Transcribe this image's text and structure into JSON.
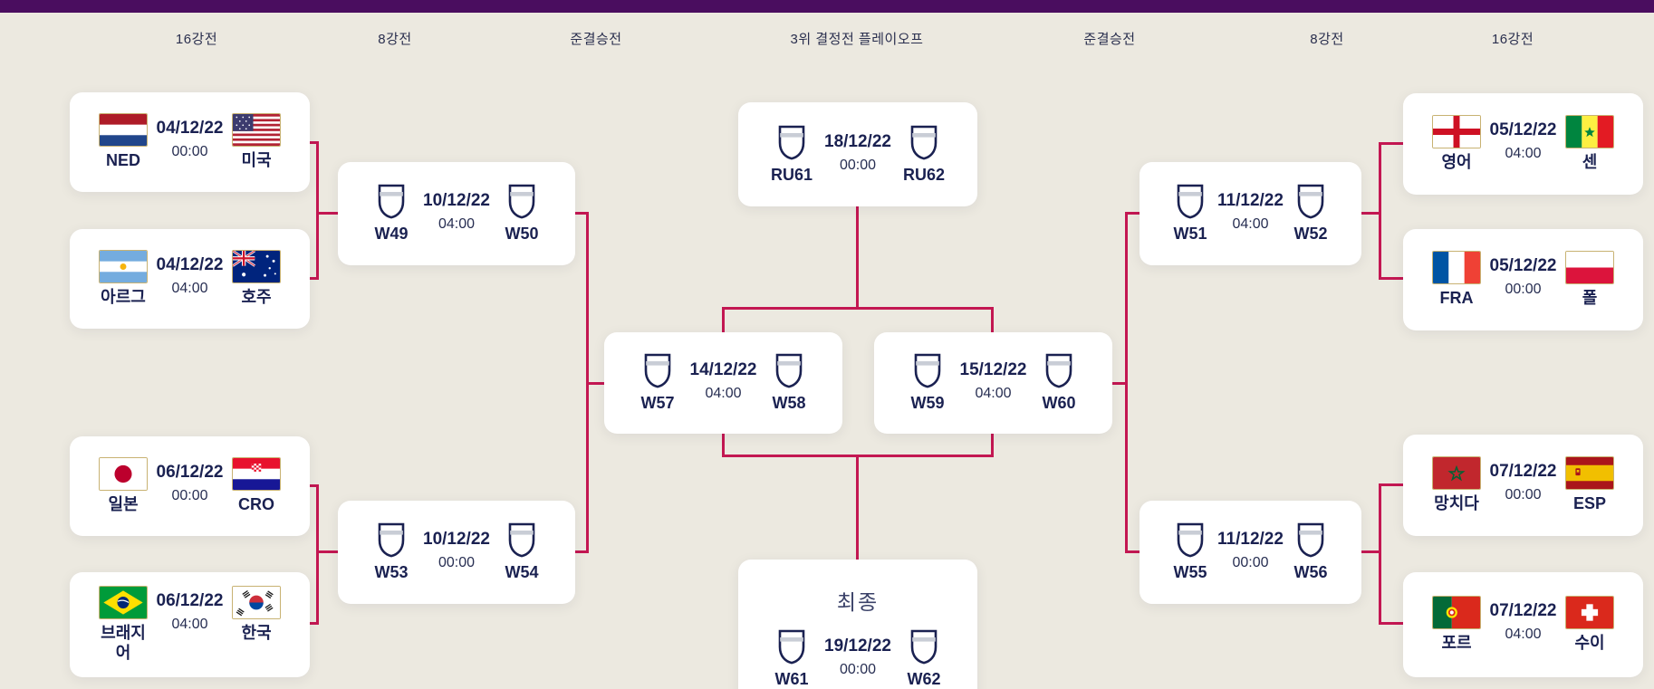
{
  "page": {
    "background_color": "#ece9e0",
    "topbar_color": "#4a0d5f",
    "connector_color": "#c31752",
    "card_color": "#ffffff",
    "text_color": "#1a2151"
  },
  "headers": [
    {
      "label": "16강전"
    },
    {
      "label": "8강전"
    },
    {
      "label": "준결승전"
    },
    {
      "label": "3위 결정전 플레이오프"
    },
    {
      "label": "준결승전"
    },
    {
      "label": "8강전"
    },
    {
      "label": "16강전"
    }
  ],
  "matches": {
    "r16_left": [
      {
        "home": {
          "name": "NED",
          "flag": "netherlands"
        },
        "date": "04/12/22",
        "time": "00:00",
        "away": {
          "name": "미국",
          "flag": "usa"
        }
      },
      {
        "home": {
          "name": "아르그",
          "flag": "argentina"
        },
        "date": "04/12/22",
        "time": "04:00",
        "away": {
          "name": "호주",
          "flag": "australia"
        }
      },
      {
        "home": {
          "name": "일본",
          "flag": "japan"
        },
        "date": "06/12/22",
        "time": "00:00",
        "away": {
          "name": "CRO",
          "flag": "croatia"
        }
      },
      {
        "home": {
          "name": "브래지어",
          "flag": "brazil"
        },
        "date": "06/12/22",
        "time": "04:00",
        "away": {
          "name": "한국",
          "flag": "south-korea"
        }
      }
    ],
    "r16_right": [
      {
        "home": {
          "name": "영어",
          "flag": "england"
        },
        "date": "05/12/22",
        "time": "04:00",
        "away": {
          "name": "센",
          "flag": "senegal"
        }
      },
      {
        "home": {
          "name": "FRA",
          "flag": "france"
        },
        "date": "05/12/22",
        "time": "00:00",
        "away": {
          "name": "폴",
          "flag": "poland"
        }
      },
      {
        "home": {
          "name": "망치다",
          "flag": "morocco"
        },
        "date": "07/12/22",
        "time": "00:00",
        "away": {
          "name": "ESP",
          "flag": "spain"
        }
      },
      {
        "home": {
          "name": "포르",
          "flag": "portugal"
        },
        "date": "07/12/22",
        "time": "04:00",
        "away": {
          "name": "수이",
          "flag": "switzerland"
        }
      }
    ],
    "quarterfinals": [
      {
        "home": {
          "name": "W49",
          "icon": "shield"
        },
        "date": "10/12/22",
        "time": "04:00",
        "away": {
          "name": "W50",
          "icon": "shield"
        }
      },
      {
        "home": {
          "name": "W53",
          "icon": "shield"
        },
        "date": "10/12/22",
        "time": "00:00",
        "away": {
          "name": "W54",
          "icon": "shield"
        }
      },
      {
        "home": {
          "name": "W51",
          "icon": "shield"
        },
        "date": "11/12/22",
        "time": "04:00",
        "away": {
          "name": "W52",
          "icon": "shield"
        }
      },
      {
        "home": {
          "name": "W55",
          "icon": "shield"
        },
        "date": "11/12/22",
        "time": "00:00",
        "away": {
          "name": "W56",
          "icon": "shield"
        }
      }
    ],
    "semifinals": [
      {
        "home": {
          "name": "W57",
          "icon": "shield"
        },
        "date": "14/12/22",
        "time": "04:00",
        "away": {
          "name": "W58",
          "icon": "shield"
        }
      },
      {
        "home": {
          "name": "W59",
          "icon": "shield"
        },
        "date": "15/12/22",
        "time": "04:00",
        "away": {
          "name": "W60",
          "icon": "shield"
        }
      }
    ],
    "third_place": {
      "home": {
        "name": "RU61",
        "icon": "shield"
      },
      "date": "18/12/22",
      "time": "00:00",
      "away": {
        "name": "RU62",
        "icon": "shield"
      }
    },
    "final": {
      "title": "최종",
      "home": {
        "name": "W61",
        "icon": "shield"
      },
      "date": "19/12/22",
      "time": "00:00",
      "away": {
        "name": "W62",
        "icon": "shield"
      }
    }
  }
}
